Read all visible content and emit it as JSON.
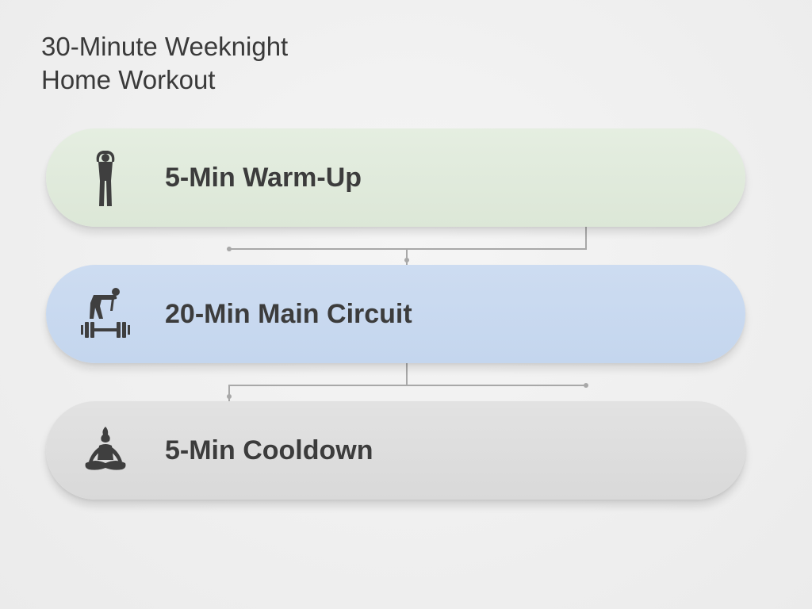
{
  "title": {
    "line1": "30-Minute Weeknight",
    "line2": "Home Workout"
  },
  "steps": [
    {
      "label": "5-Min Warm-Up",
      "icon": "stretching-person-icon",
      "color": "#e0eadb"
    },
    {
      "label": "20-Min Main Circuit",
      "icon": "weightlifting-icon",
      "color": "#c8d9ef"
    },
    {
      "label": "5-Min Cooldown",
      "icon": "meditation-icon",
      "color": "#dddddd"
    }
  ],
  "colors": {
    "background": "#efefef",
    "text": "#3c3c3c",
    "icon": "#3f3f3f",
    "connector": "#a8a8a8"
  }
}
